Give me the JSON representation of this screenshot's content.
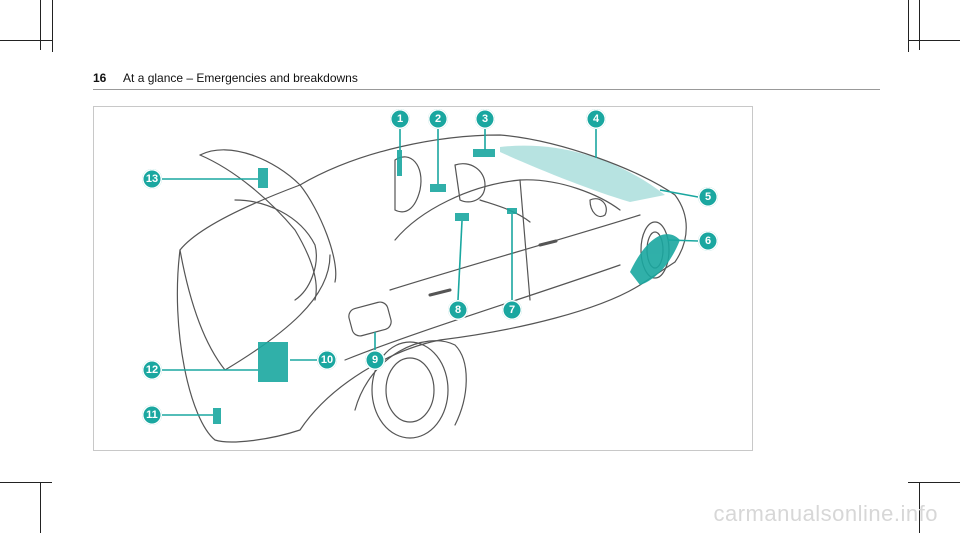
{
  "header": {
    "page_number": "16",
    "title": "At a glance – Emergencies and breakdowns"
  },
  "figure": {
    "callouts": [
      "1",
      "2",
      "3",
      "4",
      "5",
      "6",
      "7",
      "8",
      "9",
      "10",
      "11",
      "12",
      "13"
    ]
  },
  "footer": {
    "watermark": "carmanualsonline.info"
  },
  "colors": {
    "accent": "#1aa7a0",
    "line": "#555555"
  }
}
